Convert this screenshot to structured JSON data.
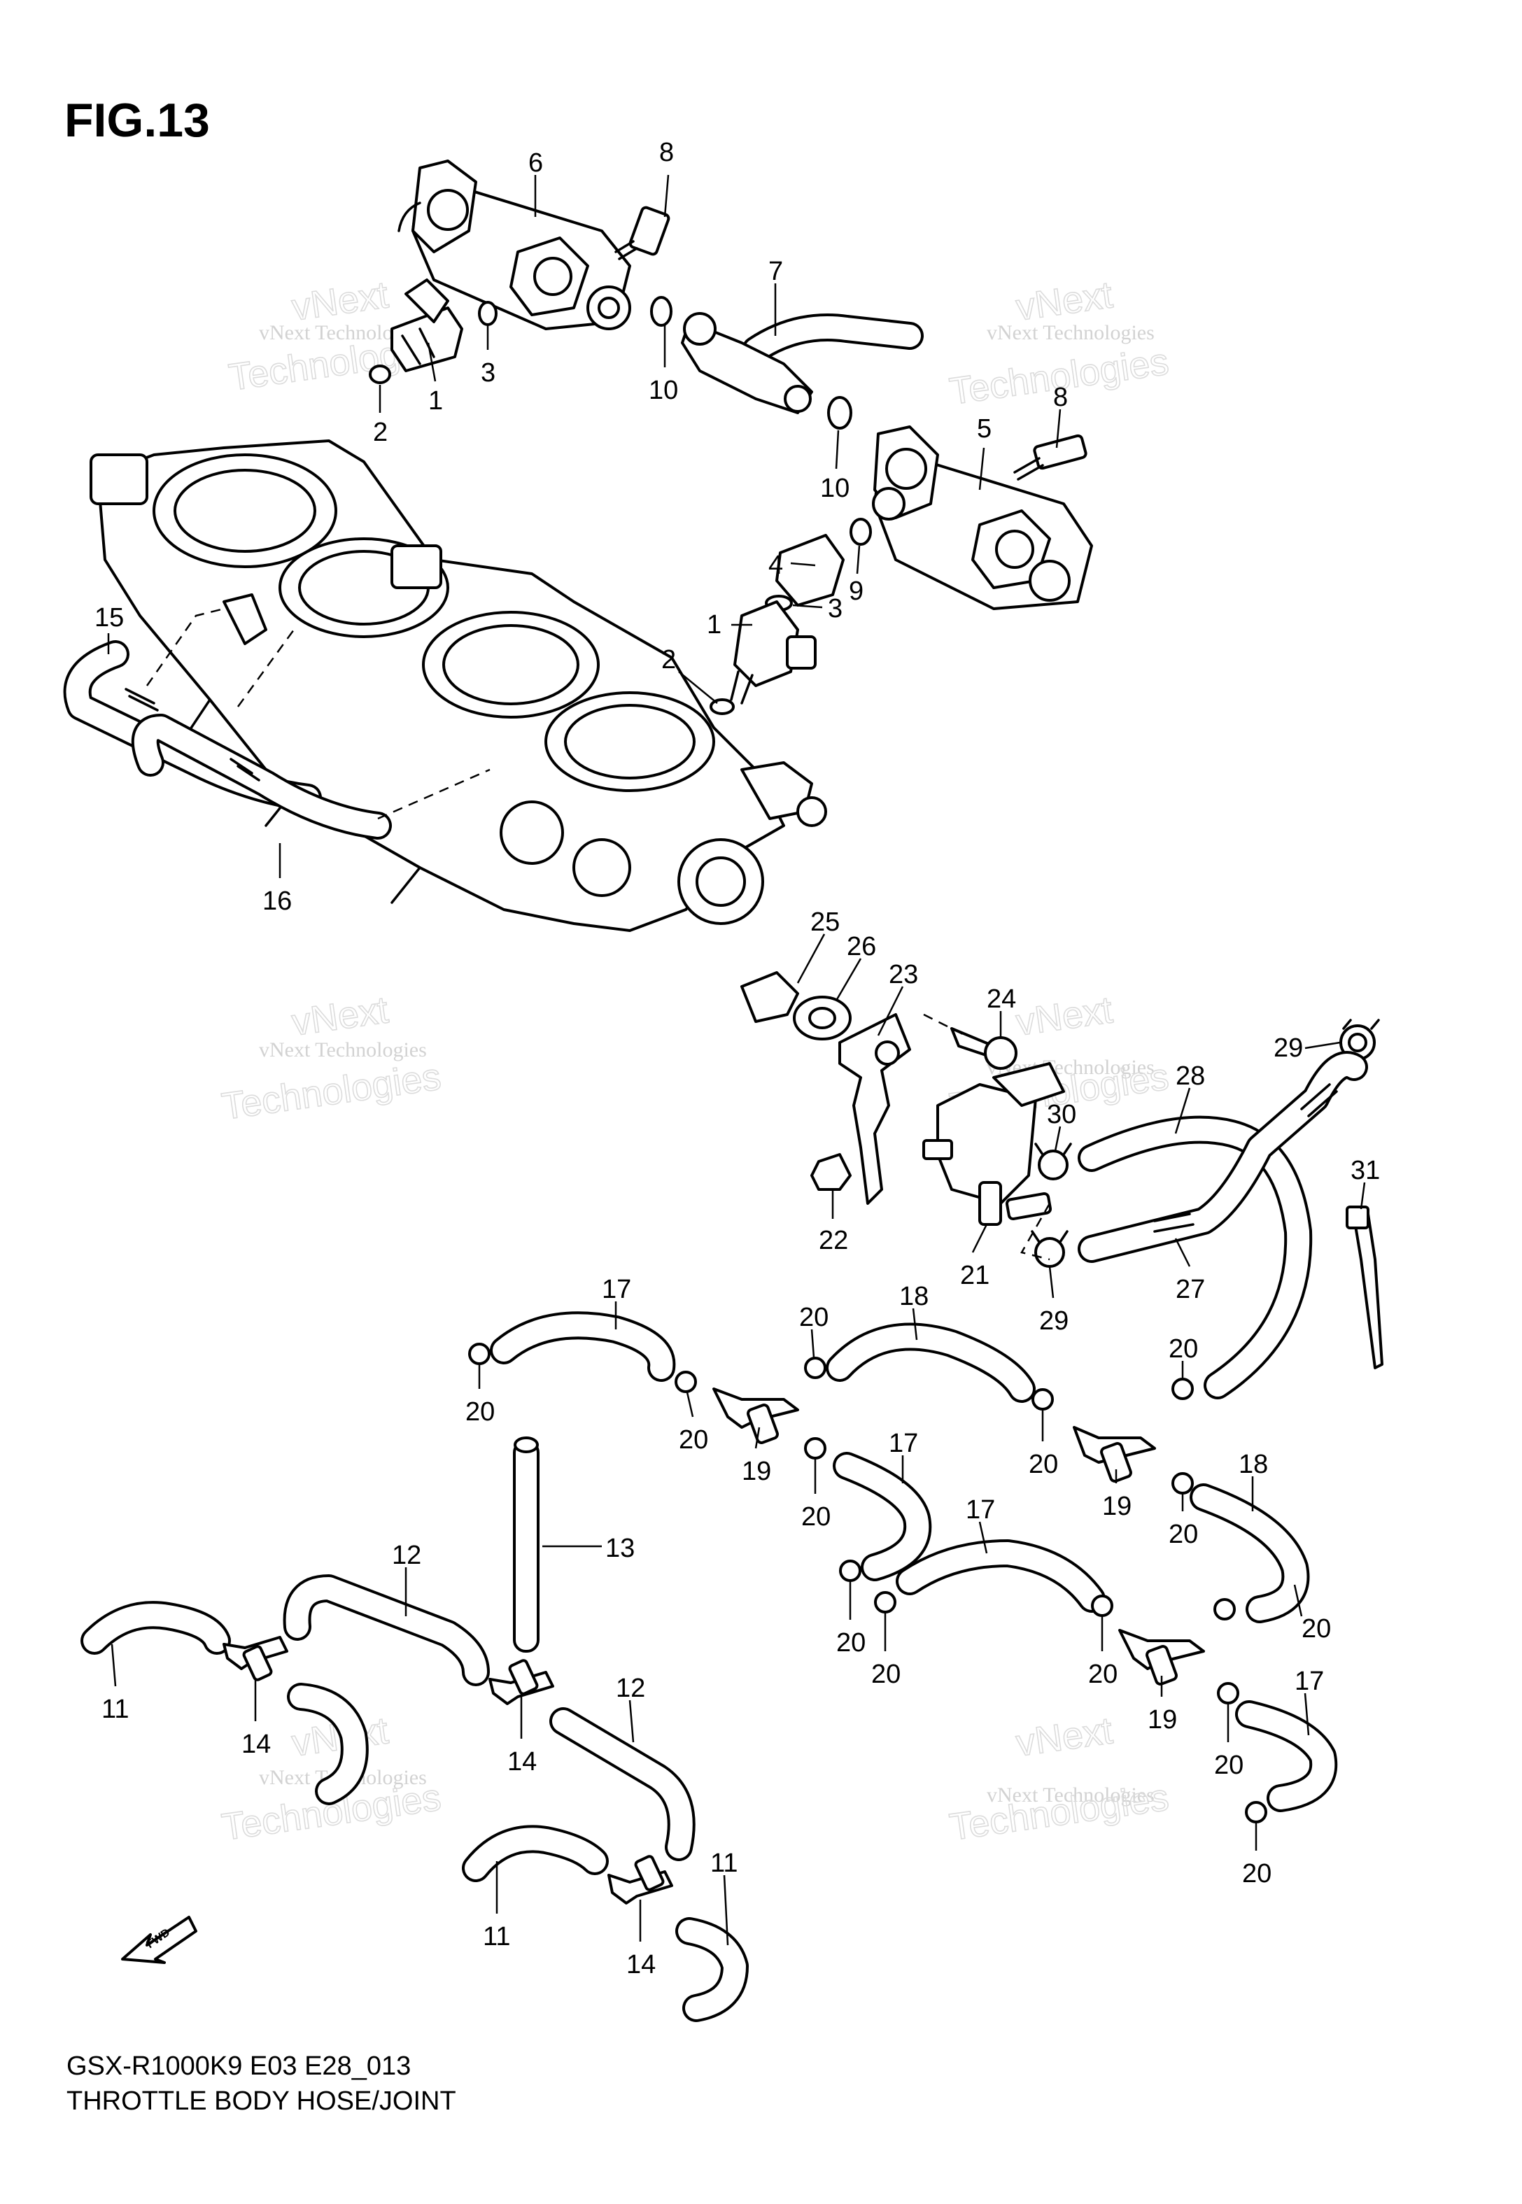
{
  "figure": {
    "title": "FIG.13",
    "model_code": "GSX-R1000K9 E03 E28_013",
    "caption": "THROTTLE BODY HOSE/JOINT",
    "fwd_label": "FWD"
  },
  "watermarks": [
    {
      "line1": "vNext Technologies",
      "line2": "Technologies",
      "line3": "vNext"
    },
    {
      "line1": "vNext Technologies",
      "line2": "Technologies",
      "line3": "vNext"
    },
    {
      "line1": "vNext Technologies",
      "line2": "Technologies",
      "line3": "vNext"
    },
    {
      "line1": "vNext Technologies",
      "line2": "Technologies",
      "line3": "vNext"
    },
    {
      "line1": "vNext Technologies",
      "line2": "Technologies",
      "line3": "vNext"
    },
    {
      "line1": "vNext Technologies",
      "line2": "Technologies",
      "line3": "vNext"
    }
  ],
  "callouts": [
    "6",
    "8",
    "7",
    "3",
    "1",
    "2",
    "10",
    "10",
    "5",
    "8",
    "4",
    "9",
    "3",
    "1",
    "2",
    "15",
    "16",
    "25",
    "26",
    "23",
    "24",
    "29",
    "28",
    "30",
    "31",
    "22",
    "21",
    "27",
    "29",
    "17",
    "18",
    "20",
    "20",
    "20",
    "20",
    "20",
    "19",
    "17",
    "20",
    "19",
    "20",
    "18",
    "17",
    "13",
    "12",
    "20",
    "20",
    "20",
    "20",
    "19",
    "11",
    "14",
    "14",
    "12",
    "20",
    "17",
    "11",
    "11",
    "14",
    "20"
  ],
  "colors": {
    "line": "#000000",
    "background": "#ffffff",
    "watermark": "#d2d2d2"
  }
}
